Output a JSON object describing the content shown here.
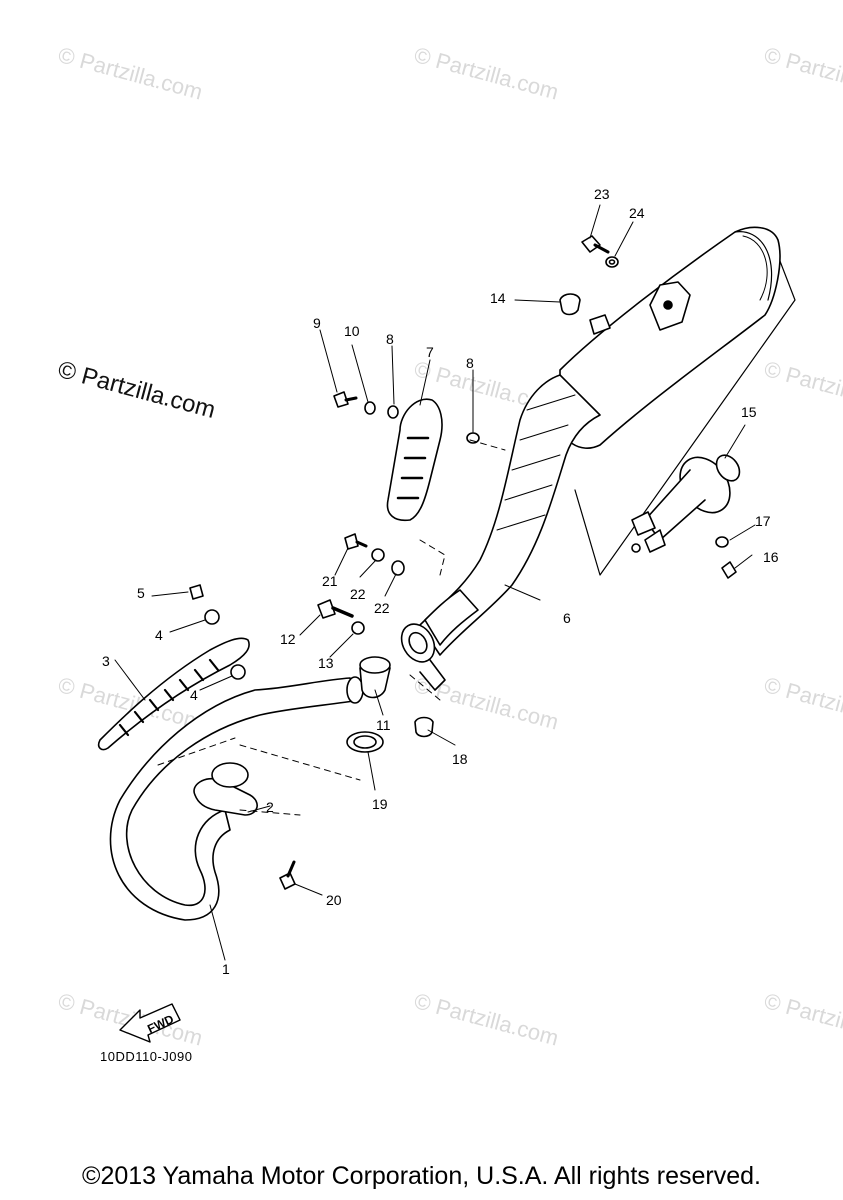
{
  "watermark_text": "© Partzilla.com",
  "callouts": [
    "1",
    "2",
    "3",
    "4",
    "4",
    "5",
    "6",
    "7",
    "8",
    "8",
    "9",
    "10",
    "11",
    "12",
    "13",
    "14",
    "15",
    "16",
    "17",
    "18",
    "19",
    "20",
    "21",
    "22",
    "22",
    "23",
    "24"
  ],
  "fwd_label": "FWD",
  "diagram_code": "10DD110-J090",
  "copyright": "©2013 Yamaha Motor Corporation, U.S.A. All rights reserved."
}
